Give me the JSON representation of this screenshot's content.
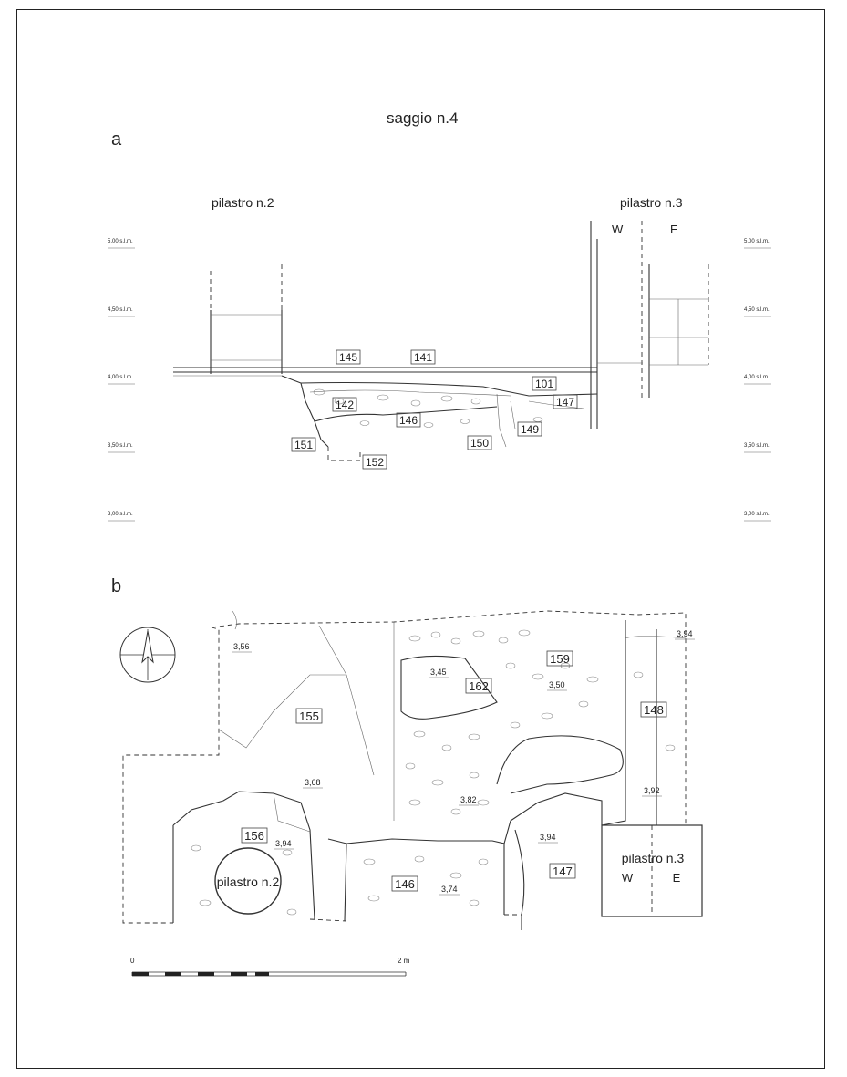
{
  "title": "saggio n.4",
  "panel_a": {
    "label": "a",
    "pier_left": "pilastro n.2",
    "pier_right": "pilastro n.3",
    "pier_right_west": "W",
    "pier_right_east": "E",
    "elevations_left": [
      "5,00 s.l.m.",
      "4,50 s.l.m.",
      "4,00 s.l.m.",
      "3,50 s.l.m.",
      "3,00 s.l.m."
    ],
    "elevations_right": [
      "5,00 s.l.m.",
      "4,50 s.l.m.",
      "4,00 s.l.m.",
      "3,50 s.l.m.",
      "3,00 s.l.m."
    ],
    "units": [
      "145",
      "141",
      "101",
      "142",
      "146",
      "147",
      "149",
      "150",
      "151",
      "152"
    ]
  },
  "panel_b": {
    "label": "b",
    "units": [
      "159",
      "162",
      "155",
      "148",
      "156",
      "146",
      "147"
    ],
    "spot_heights": [
      "3,56",
      "3,45",
      "3,50",
      "3,94",
      "3,68",
      "3,82",
      "3,92",
      "3,94",
      "3,94",
      "3,74"
    ],
    "pier_left": "pilastro n.2",
    "pier_right": "pilastro n.3",
    "pier_right_west": "W",
    "pier_right_east": "E",
    "scale_start": "0",
    "scale_end": "2 m"
  },
  "colors": {
    "ink": "#222222",
    "paper": "#ffffff"
  }
}
